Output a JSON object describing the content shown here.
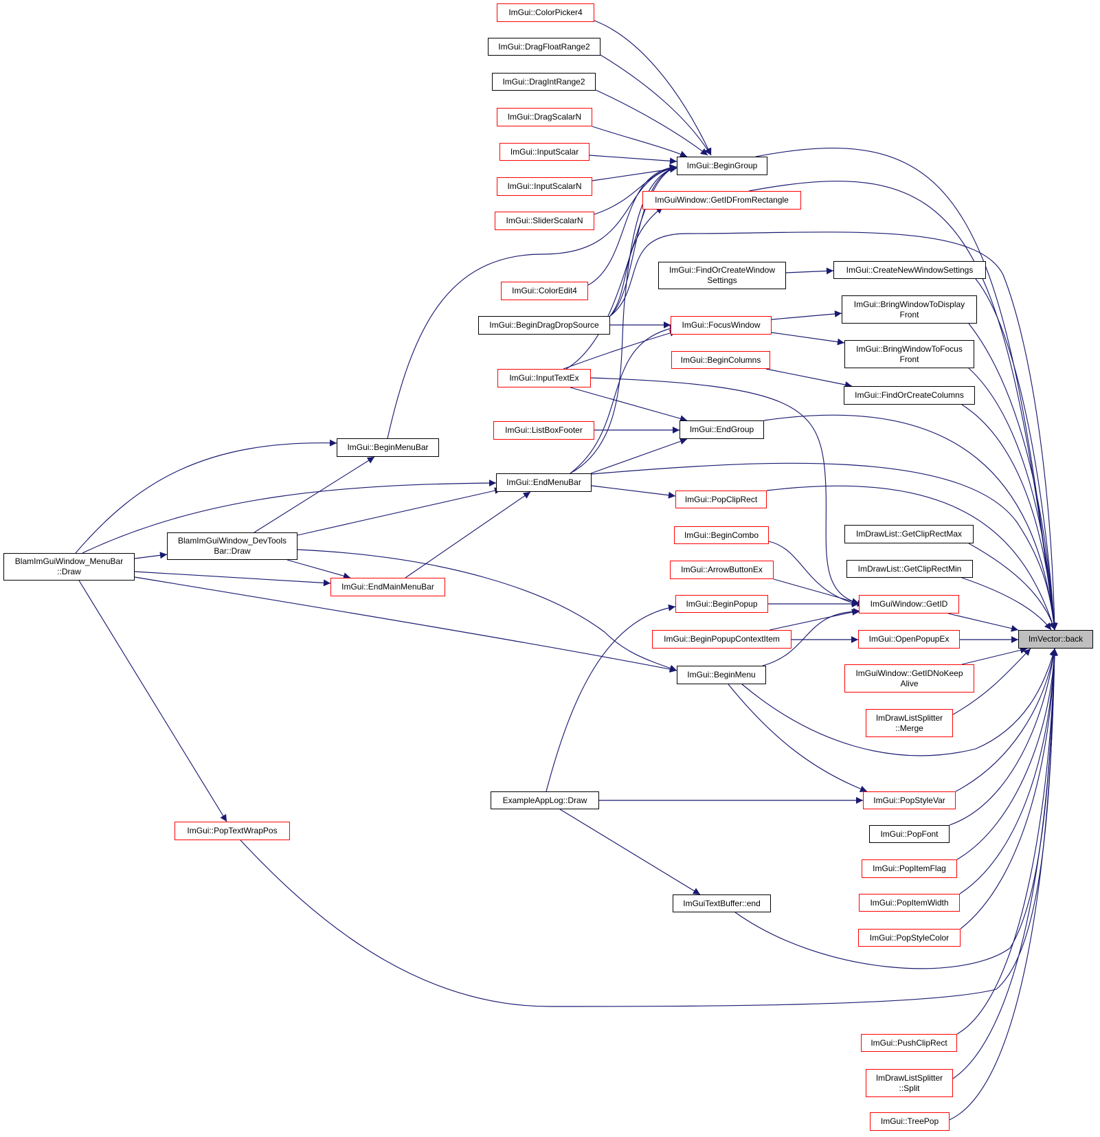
{
  "colors": {
    "edge": "#191970",
    "node_border": "#000000",
    "node_border_undocumented": "#ff0000",
    "root_fill": "#bfbfbf"
  },
  "root": "ImVector::back",
  "nodes": [
    {
      "id": "colorpicker4",
      "label": "ImGui::ColorPicker4",
      "red": true
    },
    {
      "id": "dragfloatrange2",
      "label": "ImGui::DragFloatRange2"
    },
    {
      "id": "dragintrange2",
      "label": "ImGui::DragIntRange2"
    },
    {
      "id": "dragscalarn",
      "label": "ImGui::DragScalarN",
      "red": true
    },
    {
      "id": "inputscalar",
      "label": "ImGui::InputScalar",
      "red": true
    },
    {
      "id": "inputscalarn",
      "label": "ImGui::InputScalarN",
      "red": true
    },
    {
      "id": "sliderscalarn",
      "label": "ImGui::SliderScalarN",
      "red": true
    },
    {
      "id": "coloredit4",
      "label": "ImGui::ColorEdit4",
      "red": true
    },
    {
      "id": "begindragdropsource",
      "label": "ImGui::BeginDragDropSource"
    },
    {
      "id": "inputtextex",
      "label": "ImGui::InputTextEx",
      "red": true
    },
    {
      "id": "listboxfooter",
      "label": "ImGui::ListBoxFooter",
      "red": true
    },
    {
      "id": "endmenubar",
      "label": "ImGui::EndMenuBar"
    },
    {
      "id": "beginmenubar",
      "label": "ImGui::BeginMenuBar"
    },
    {
      "id": "blammenubar",
      "label": "BlamImGuiWindow_MenuBar\n::Draw"
    },
    {
      "id": "blamdevtools",
      "label": "BlamImGuiWindow_DevTools\nBar::Draw"
    },
    {
      "id": "endmainmenubar",
      "label": "ImGui::EndMainMenuBar",
      "red": true
    },
    {
      "id": "exampleapplog",
      "label": "ExampleAppLog::Draw"
    },
    {
      "id": "poptextwrappos",
      "label": "ImGui::PopTextWrapPos",
      "red": true
    },
    {
      "id": "begingroup",
      "label": "ImGui::BeginGroup"
    },
    {
      "id": "getidfromrect",
      "label": "ImGuiWindow::GetIDFromRectangle",
      "red": true
    },
    {
      "id": "findorcreatewindowsettings",
      "label": "ImGui::FindOrCreateWindow\nSettings"
    },
    {
      "id": "focuswindow",
      "label": "ImGui::FocusWindow",
      "red": true
    },
    {
      "id": "begincolumns",
      "label": "ImGui::BeginColumns",
      "red": true
    },
    {
      "id": "endgroup",
      "label": "ImGui::EndGroup"
    },
    {
      "id": "popcliprect",
      "label": "ImGui::PopClipRect",
      "red": true
    },
    {
      "id": "begincombo",
      "label": "ImGui::BeginCombo",
      "red": true
    },
    {
      "id": "arrowbuttonex",
      "label": "ImGui::ArrowButtonEx",
      "red": true
    },
    {
      "id": "beginpopup",
      "label": "ImGui::BeginPopup",
      "red": true
    },
    {
      "id": "beginpopupcontextitem",
      "label": "ImGui::BeginPopupContextItem",
      "red": true
    },
    {
      "id": "beginmenu",
      "label": "ImGui::BeginMenu"
    },
    {
      "id": "imguitextbufferend",
      "label": "ImGuiTextBuffer::end"
    },
    {
      "id": "createnewwindowsettings",
      "label": "ImGui::CreateNewWindowSettings"
    },
    {
      "id": "bringtodisplayfront",
      "label": "ImGui::BringWindowToDisplay\nFront"
    },
    {
      "id": "bringtofocusfront",
      "label": "ImGui::BringWindowToFocus\nFront"
    },
    {
      "id": "findorcreatecolumns",
      "label": "ImGui::FindOrCreateColumns"
    },
    {
      "id": "getcliprectmax",
      "label": "ImDrawList::GetClipRectMax"
    },
    {
      "id": "getcliprectmin",
      "label": "ImDrawList::GetClipRectMin"
    },
    {
      "id": "getid",
      "label": "ImGuiWindow::GetID",
      "red": true
    },
    {
      "id": "openpopupex",
      "label": "ImGui::OpenPopupEx",
      "red": true
    },
    {
      "id": "getidnokeepalive",
      "label": "ImGuiWindow::GetIDNoKeep\nAlive",
      "red": true
    },
    {
      "id": "splittermerge",
      "label": "ImDrawListSplitter\n::Merge",
      "red": true
    },
    {
      "id": "popstylevar",
      "label": "ImGui::PopStyleVar",
      "red": true
    },
    {
      "id": "popfont",
      "label": "ImGui::PopFont"
    },
    {
      "id": "popitemflag",
      "label": "ImGui::PopItemFlag",
      "red": true
    },
    {
      "id": "popitemwidth",
      "label": "ImGui::PopItemWidth",
      "red": true
    },
    {
      "id": "popstylecolor",
      "label": "ImGui::PopStyleColor",
      "red": true
    },
    {
      "id": "pushcliprect",
      "label": "ImGui::PushClipRect",
      "red": true
    },
    {
      "id": "splittersplit",
      "label": "ImDrawListSplitter\n::Split",
      "red": true
    },
    {
      "id": "treepop",
      "label": "ImGui::TreePop",
      "red": true
    },
    {
      "id": "back",
      "label": "ImVector::back",
      "root": true
    }
  ]
}
